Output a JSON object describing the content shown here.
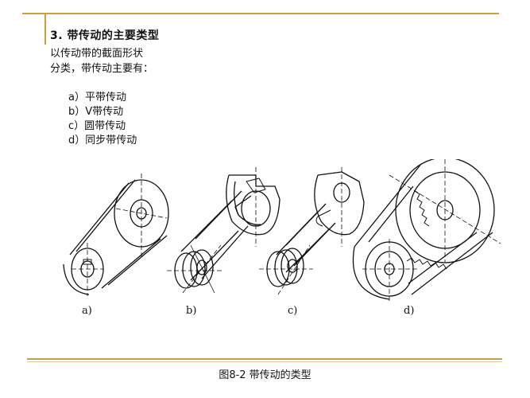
{
  "heading": "3. 带传动的主要类型",
  "intro": [
    "以传动带的截面形状",
    "分类，带传动主要有："
  ],
  "types": [
    "a）平带传动",
    "b）V带传动",
    "c）圆带传动",
    "d）同步带传动"
  ],
  "figure": {
    "labels": [
      "a)",
      "b)",
      "c)",
      "d)"
    ],
    "caption": "图8-2  带传动的类型"
  },
  "colors": {
    "accent_rule": "#c8a040",
    "ink": "#111111"
  }
}
